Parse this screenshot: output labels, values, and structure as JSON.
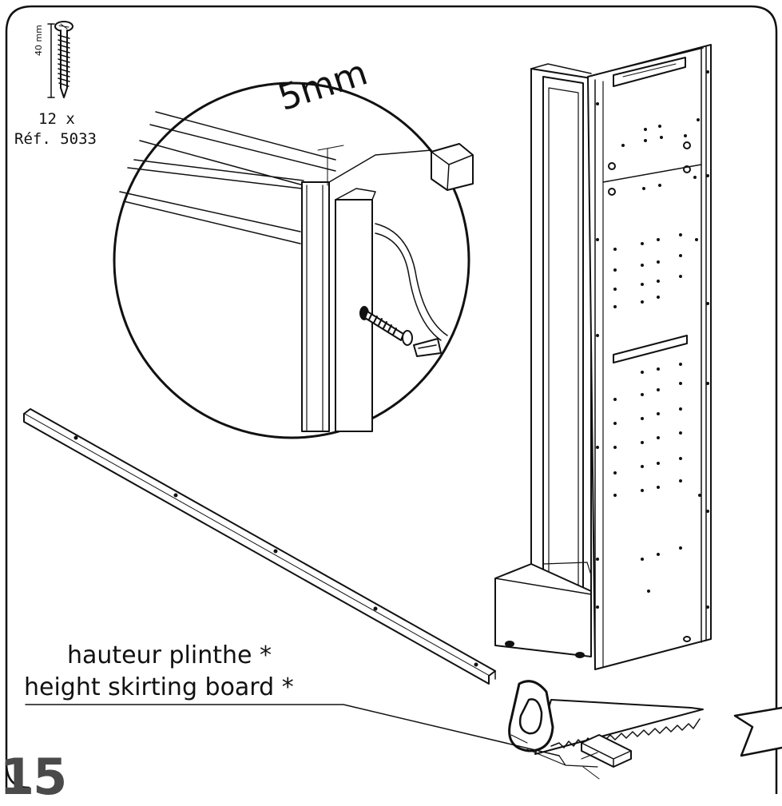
{
  "hardware": {
    "length_label": "40 mm",
    "count_label": "12 x",
    "reference_label": "Réf. 5033"
  },
  "detail": {
    "gap_label": "5mm"
  },
  "instruction": {
    "french_label": "hauteur plinthe *",
    "english_label": "height skirting board *"
  },
  "step": {
    "number": "15"
  }
}
